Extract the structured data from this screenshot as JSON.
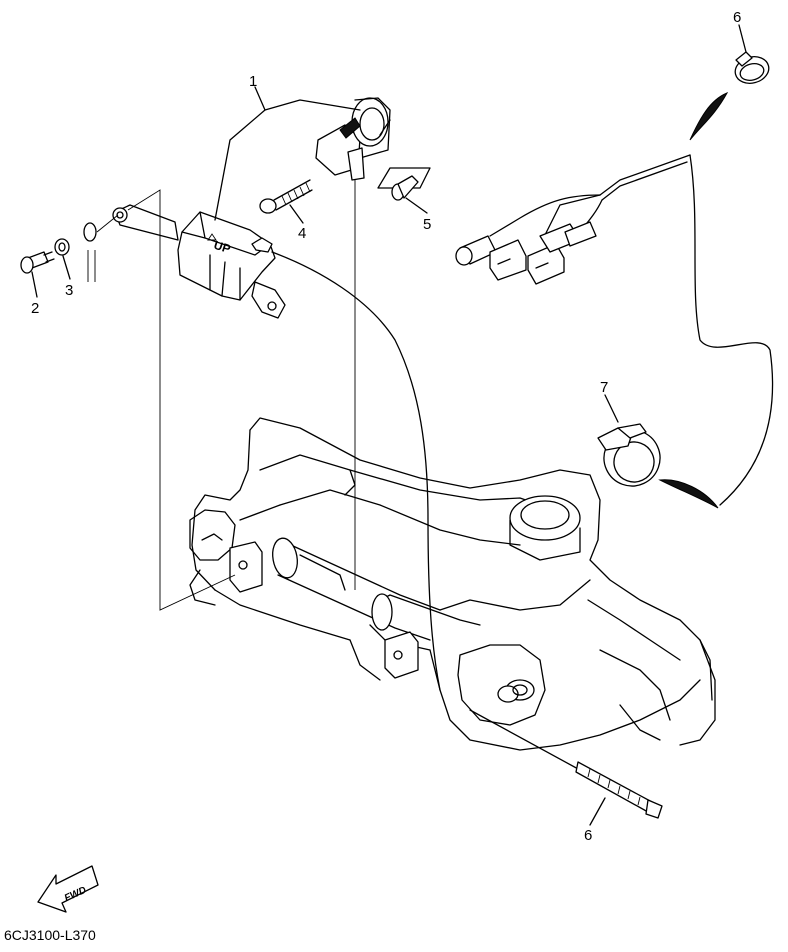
{
  "callouts": [
    {
      "id": "1",
      "text": "1"
    },
    {
      "id": "2",
      "text": "2"
    },
    {
      "id": "3",
      "text": "3"
    },
    {
      "id": "4",
      "text": "4"
    },
    {
      "id": "5",
      "text": "5"
    },
    {
      "id": "6a",
      "text": "6"
    },
    {
      "id": "6b",
      "text": "6"
    },
    {
      "id": "7",
      "text": "7"
    }
  ],
  "sensor_marking": "UP",
  "direction_arrow": "FWD",
  "diagram_code": "6CJ3100-L370"
}
